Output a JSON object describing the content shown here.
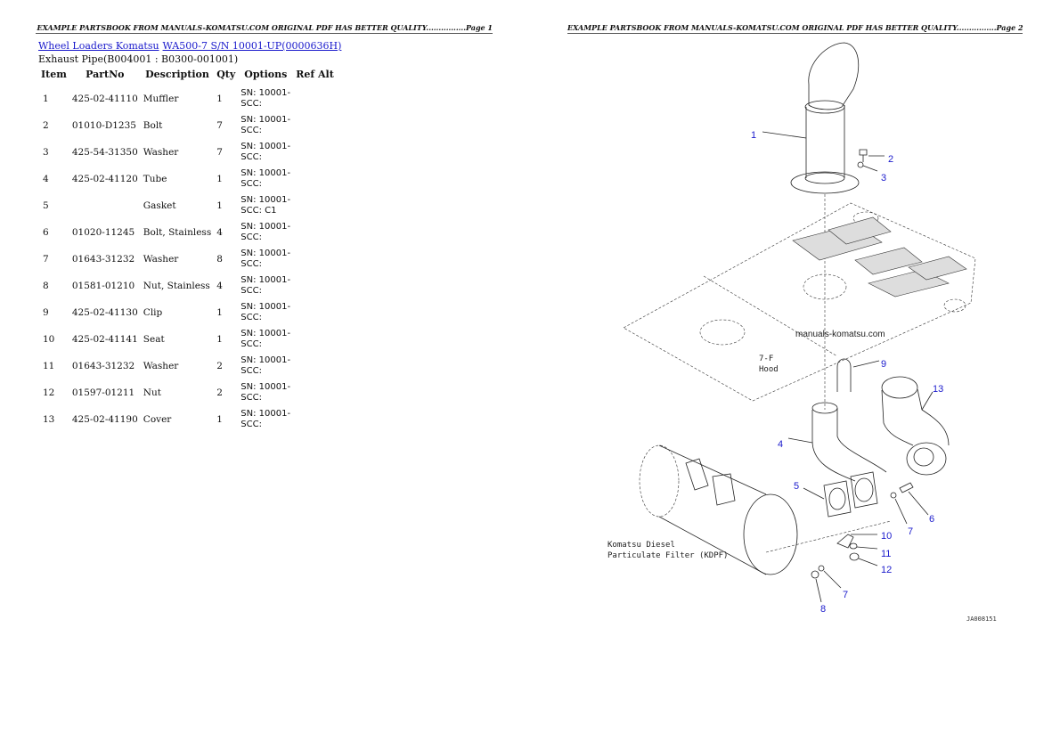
{
  "headers": {
    "page1": "EXAMPLE PARTSBOOK FROM MANUALS-KOMATSU.COM ORIGINAL PDF HAS BETTER QUALITY................Page 1",
    "page2": "EXAMPLE PARTSBOOK FROM MANUALS-KOMATSU.COM ORIGINAL PDF HAS BETTER QUALITY................Page 2"
  },
  "breadcrumb": {
    "link1": "Wheel Loaders Komatsu",
    "link2": "WA500-7 S/N 10001-UP(0000636H)"
  },
  "subtitle": "Exhaust Pipe(B004001 : B0300-001001)",
  "table": {
    "columns": [
      "Item",
      "PartNo",
      "Description",
      "Qty",
      "Options",
      "Ref Alt"
    ],
    "rows": [
      {
        "item": "1",
        "partno": "425-02-41110",
        "desc": "Muffler",
        "qty": "1",
        "opt1": "SN: 10001-",
        "opt2": "SCC:"
      },
      {
        "item": "2",
        "partno": "01010-D1235",
        "desc": "Bolt",
        "qty": "7",
        "opt1": "SN: 10001-",
        "opt2": "SCC:"
      },
      {
        "item": "3",
        "partno": "425-54-31350",
        "desc": "Washer",
        "qty": "7",
        "opt1": "SN: 10001-",
        "opt2": "SCC:"
      },
      {
        "item": "4",
        "partno": "425-02-41120",
        "desc": "Tube",
        "qty": "1",
        "opt1": "SN: 10001-",
        "opt2": "SCC:"
      },
      {
        "item": "5",
        "partno": "",
        "desc": "Gasket",
        "qty": "1",
        "opt1": "SN: 10001-",
        "opt2": "SCC: C1"
      },
      {
        "item": "6",
        "partno": "01020-11245",
        "desc": "Bolt, Stainless",
        "qty": "4",
        "opt1": "SN: 10001-",
        "opt2": "SCC:"
      },
      {
        "item": "7",
        "partno": "01643-31232",
        "desc": "Washer",
        "qty": "8",
        "opt1": "SN: 10001-",
        "opt2": "SCC:"
      },
      {
        "item": "8",
        "partno": "01581-01210",
        "desc": "Nut, Stainless",
        "qty": "4",
        "opt1": "SN: 10001-",
        "opt2": "SCC:"
      },
      {
        "item": "9",
        "partno": "425-02-41130",
        "desc": "Clip",
        "qty": "1",
        "opt1": "SN: 10001-",
        "opt2": "SCC:"
      },
      {
        "item": "10",
        "partno": "425-02-41141",
        "desc": "Seat",
        "qty": "1",
        "opt1": "SN: 10001-",
        "opt2": "SCC:"
      },
      {
        "item": "11",
        "partno": "01643-31232",
        "desc": "Washer",
        "qty": "2",
        "opt1": "SN: 10001-",
        "opt2": "SCC:"
      },
      {
        "item": "12",
        "partno": "01597-01211",
        "desc": "Nut",
        "qty": "2",
        "opt1": "SN: 10001-",
        "opt2": "SCC:"
      },
      {
        "item": "13",
        "partno": "425-02-41190",
        "desc": "Cover",
        "qty": "1",
        "opt1": "SN: 10001-",
        "opt2": "SCC:"
      }
    ]
  },
  "diagram": {
    "watermark": "manuals-komatsu.com",
    "hood_label_1": "7-F",
    "hood_label_2": "Hood",
    "kdpf_label_1": "Komatsu Diesel",
    "kdpf_label_2": "Particulate Filter (KDPF)",
    "drawing_id": "JA008151",
    "callouts": [
      "1",
      "2",
      "3",
      "4",
      "5",
      "6",
      "7",
      "7",
      "8",
      "9",
      "10",
      "11",
      "12",
      "13"
    ]
  },
  "colors": {
    "link": "#1a1acc",
    "callout": "#1a1acc"
  }
}
